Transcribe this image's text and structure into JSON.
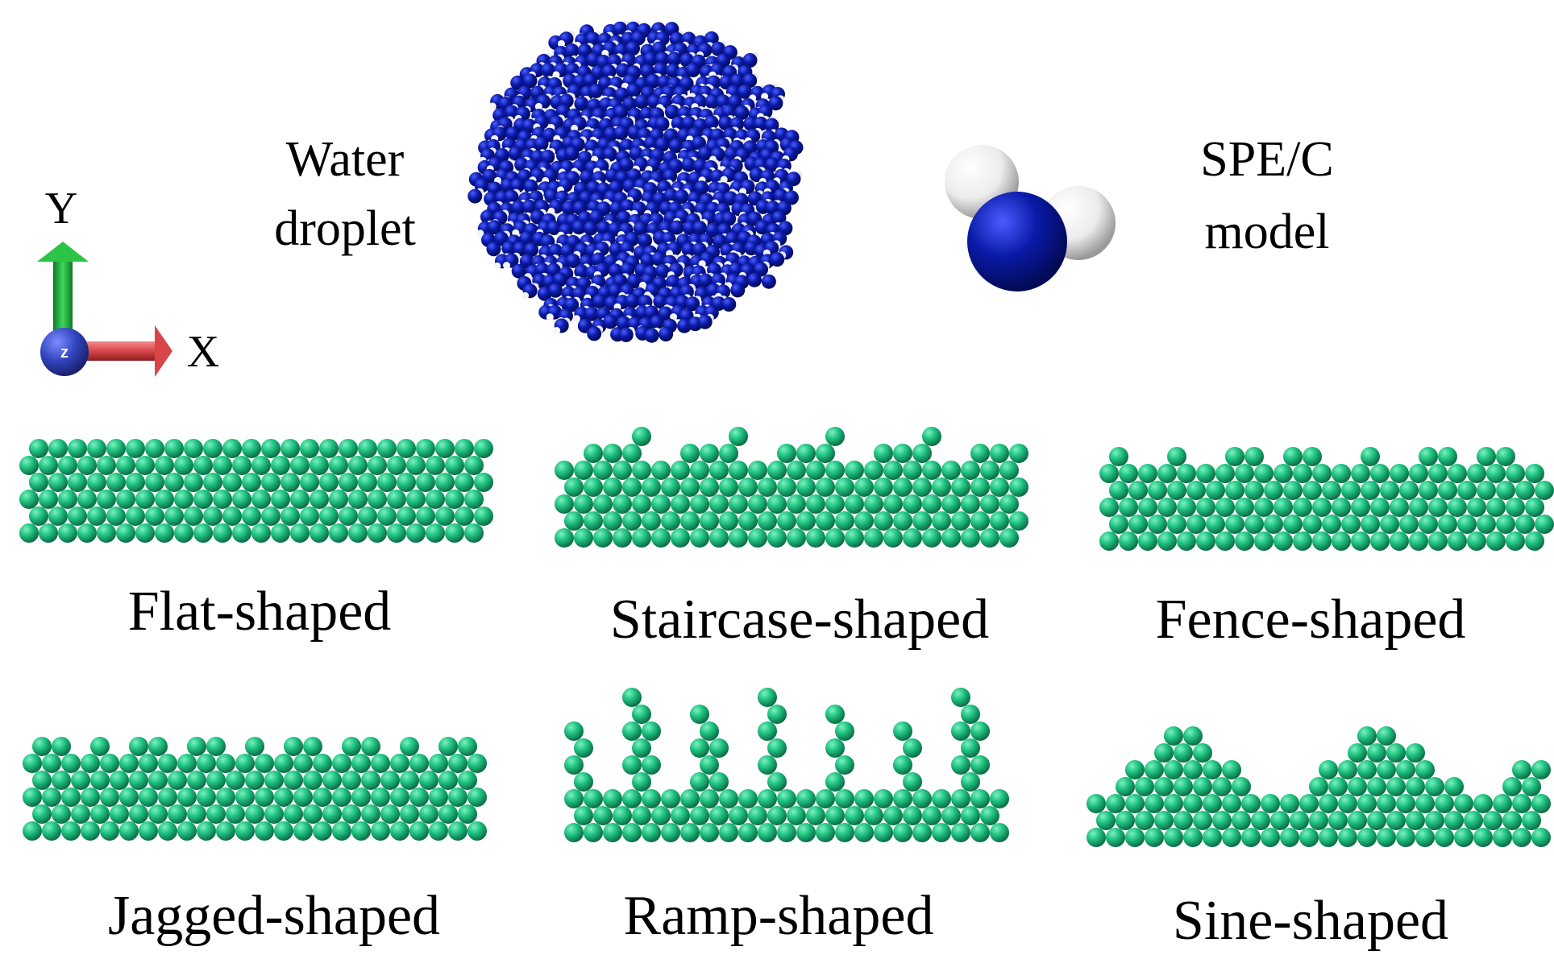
{
  "axes": {
    "y_label": "Y",
    "x_label": "X",
    "z_label": "z"
  },
  "droplet": {
    "label_line1": "Water",
    "label_line2": "droplet"
  },
  "water_model": {
    "label_line1": "SPE/C",
    "label_line2": "model"
  },
  "surfaces": [
    {
      "id": "flat",
      "label": "Flat-shaped"
    },
    {
      "id": "staircase",
      "label": "Staircase-shaped"
    },
    {
      "id": "fence",
      "label": "Fence-shaped"
    },
    {
      "id": "jagged",
      "label": "Jagged-shaped"
    },
    {
      "id": "ramp",
      "label": "Ramp-shaped"
    },
    {
      "id": "sine",
      "label": "Sine-shaped"
    }
  ],
  "colors": {
    "surface_atom": "#1fbf7f",
    "surface_atom_dark": "#0e7a4e",
    "oxygen": "#0a1aa8",
    "hydrogen": "#f2f2f2",
    "axis_y": "#1fae3a",
    "axis_x": "#d9464a",
    "axis_z": "#3344c0"
  }
}
